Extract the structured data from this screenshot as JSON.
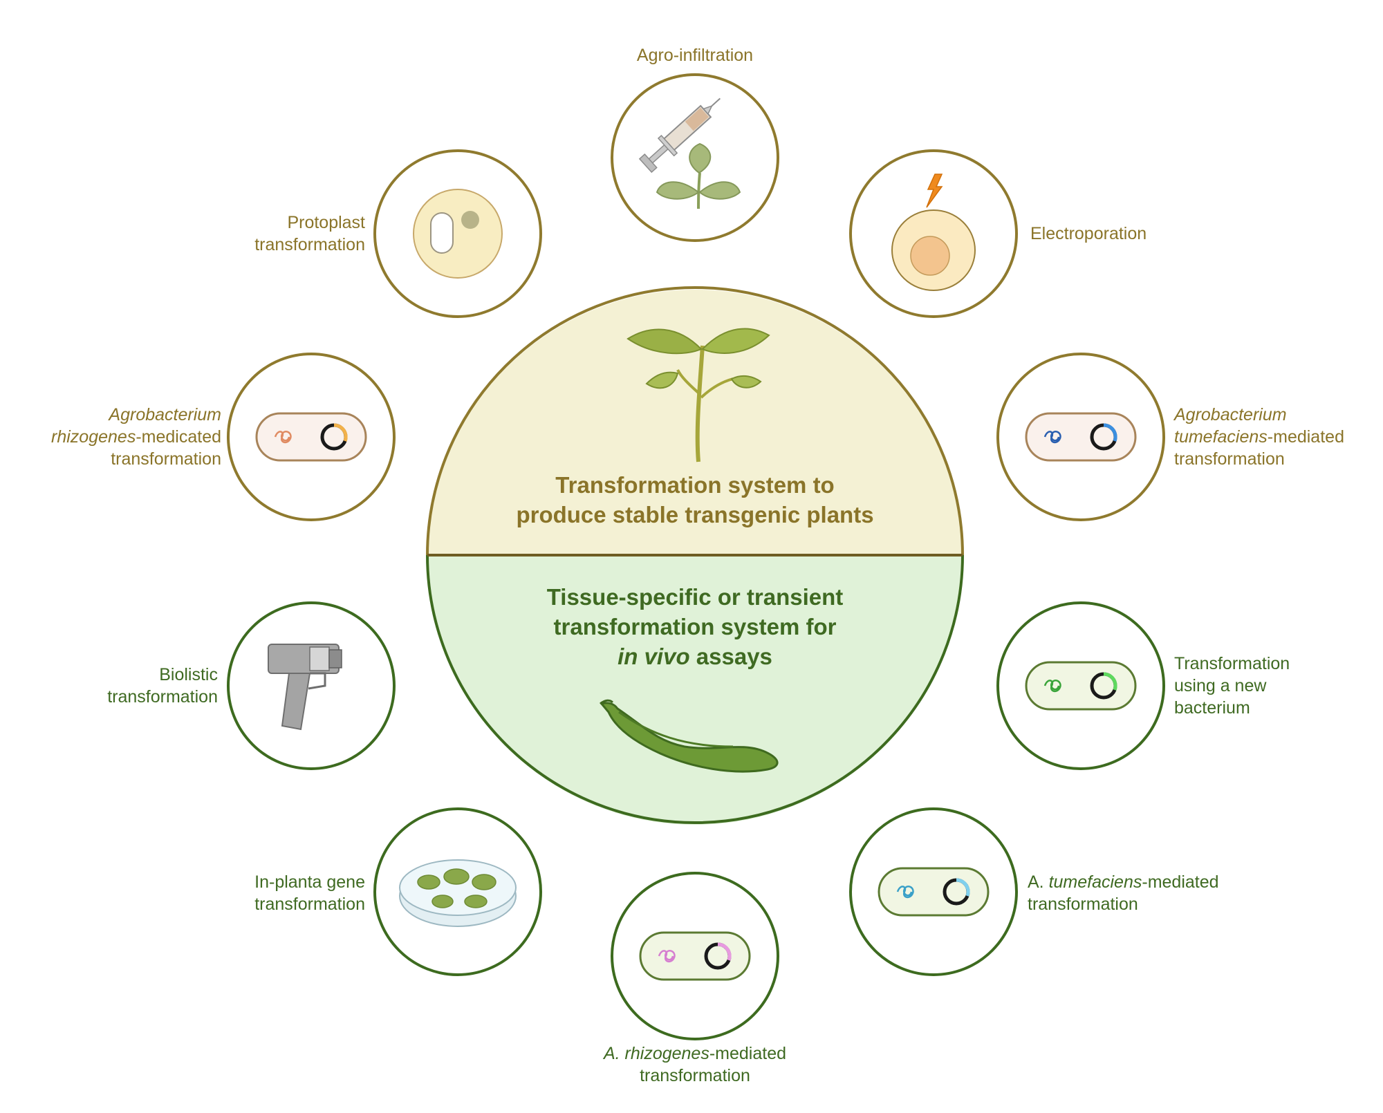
{
  "center": {
    "top_title": [
      "Transformation system to",
      "produce stable transgenic plants"
    ],
    "bottom_title_line1": "Tissue-specific or transient",
    "bottom_title_line2": "transformation system for",
    "bottom_title_line3_italic": "in vivo",
    "bottom_title_line3_rest": " assays"
  },
  "methods": {
    "agro_infiltration": {
      "line1": "Agro-infiltration"
    },
    "electroporation": {
      "line1": "Electroporation"
    },
    "protoplast": {
      "line1": "Protoplast",
      "line2": "transformation"
    },
    "agro_rhizo_stable": {
      "line1_italic": "Agrobacterium",
      "line2_italic": "rhizogenes",
      "line2_rest": "-medicated",
      "line3": "transformation"
    },
    "agro_tume_stable": {
      "line1_italic": "Agrobacterium",
      "line2_italic": "tumefaciens",
      "line2_rest": "-mediated",
      "line3": "transformation"
    },
    "biolistic": {
      "line1": "Biolistic",
      "line2": "transformation"
    },
    "new_bacterium": {
      "line1": "Transformation",
      "line2": "using a new",
      "line3": "bacterium"
    },
    "in_planta": {
      "line1": "In-planta gene",
      "line2": "transformation"
    },
    "a_tume_transient": {
      "line1_plain": "A. ",
      "line1_italic": "tumefaciens",
      "line1_rest": "-mediated",
      "line2": "transformation"
    },
    "a_rhizo_transient": {
      "line1_italic": "A. rhizogenes",
      "line1_rest": "-mediated",
      "line2": "transformation"
    }
  },
  "colors": {
    "gold_ring": "#8f7a2e",
    "green_ring": "#3d6b1f",
    "gold_text": "#8a7429",
    "green_text": "#3f6a22",
    "top_fill": "#f4f1d4",
    "bottom_fill": "#e0f2d8"
  },
  "icons": {
    "agro_infiltration": "syringe-leaf-icon",
    "electroporation": "lightning-cell-icon",
    "protoplast": "protoplast-cell-icon",
    "bacterium": "bacterium-plasmid-icon",
    "biolistic": "gene-gun-icon",
    "in_planta": "petri-dish-icon",
    "seedling": "seedling-icon",
    "pod": "bean-pod-icon"
  }
}
